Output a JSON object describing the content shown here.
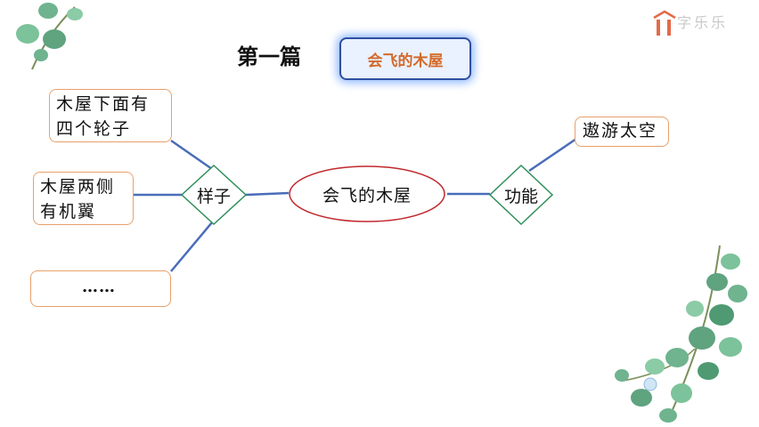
{
  "header": {
    "chapter": "第一篇",
    "title": "会飞的木屋"
  },
  "logo": {
    "text": "字乐乐"
  },
  "mindmap": {
    "center": "会飞的木屋",
    "left_hub": "样子",
    "left_items": [
      {
        "line1": "木屋下面有",
        "line2": "四个轮子"
      },
      {
        "line1": "木屋两侧",
        "line2": "有机翼"
      },
      {
        "line1": "……",
        "line2": ""
      }
    ],
    "right_hub": "功能",
    "right_items": [
      {
        "line1": "遨游太空"
      }
    ]
  },
  "colors": {
    "connector": "#4a6cb8",
    "box_border": "#e8a06a",
    "center_border": "#c0282d",
    "diamond_border": "#2f8f5a",
    "title_text": "#d36a2a",
    "leaf": "#6fb38f"
  }
}
